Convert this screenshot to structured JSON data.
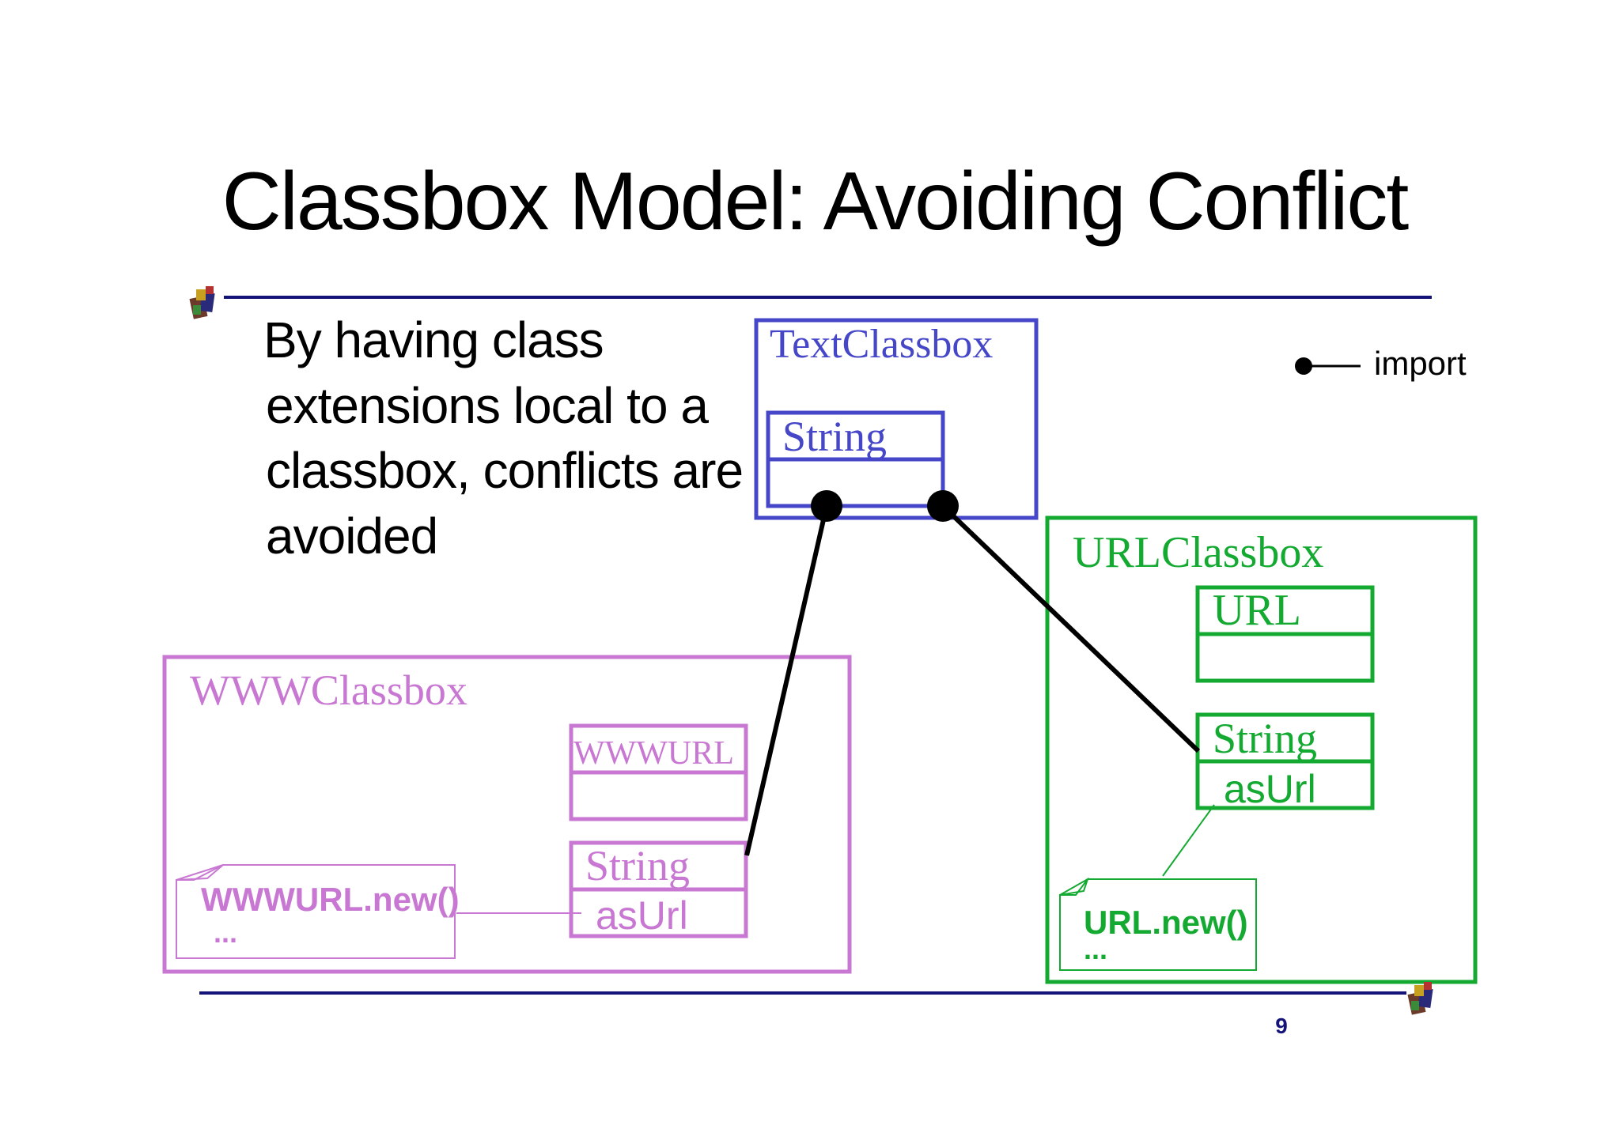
{
  "slide": {
    "title": "Classbox Model: Avoiding Conflict",
    "bullet_lines": [
      "By having class",
      "extensions local to a",
      "classbox, conflicts are",
      "avoided"
    ],
    "page_number": "9"
  },
  "legend": {
    "import_label": "import"
  },
  "classboxes": {
    "text": {
      "name": "TextClassbox",
      "color": "#4646c8",
      "classes": {
        "string": {
          "name": "String"
        }
      }
    },
    "url": {
      "name": "URLClassbox",
      "color": "#14aa32",
      "classes": {
        "url": {
          "name": "URL"
        },
        "string": {
          "name": "String",
          "method": "asUrl"
        }
      },
      "note": {
        "line1": "URL.new()",
        "line2": "..."
      }
    },
    "www": {
      "name": "WWWClassbox",
      "color": "#c878d2",
      "classes": {
        "wwwurl": {
          "name": "WWWURL"
        },
        "string": {
          "name": "String",
          "method": "asUrl"
        }
      },
      "note": {
        "line1": "WWWURL.new()",
        "line2": "..."
      }
    }
  },
  "colors": {
    "rule": "#141478",
    "import_line": "#000000",
    "text": "#000000"
  },
  "icons": {
    "top_left": "classbox-logo-icon",
    "bottom_right": "classbox-logo-icon"
  }
}
